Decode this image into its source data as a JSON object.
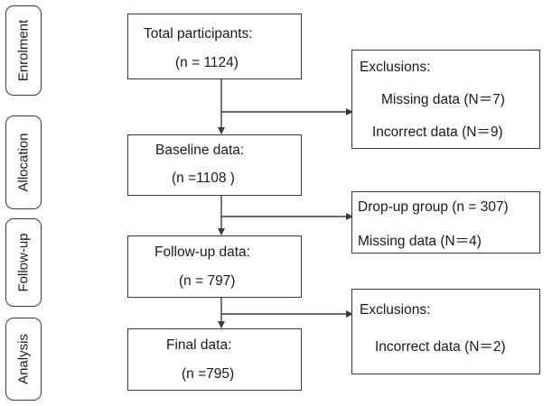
{
  "phases": [
    "Enrolment",
    "Allocation",
    "Follow-up",
    "Analysis"
  ],
  "main_boxes": [
    {
      "title": "Total participants:",
      "count": "(n = 1124)"
    },
    {
      "title": "Baseline data:",
      "count": "(n =1108 )"
    },
    {
      "title": "Follow-up data:",
      "count": "(n = 797)"
    },
    {
      "title": "Final data:",
      "count": "(n =795)"
    }
  ],
  "side_boxes": [
    {
      "lines": [
        "Exclusions:",
        "Missing data (N＝7)",
        "Incorrect data (N＝9)"
      ]
    },
    {
      "lines": [
        "Drop-up group (n = 307)",
        "Missing data (N＝4)"
      ]
    },
    {
      "lines": [
        "Exclusions:",
        "Incorrect data (N＝2)"
      ]
    }
  ],
  "colors": {
    "stroke": "#3a3a3a",
    "text": "#1a1a1a",
    "background": "#ffffff"
  }
}
